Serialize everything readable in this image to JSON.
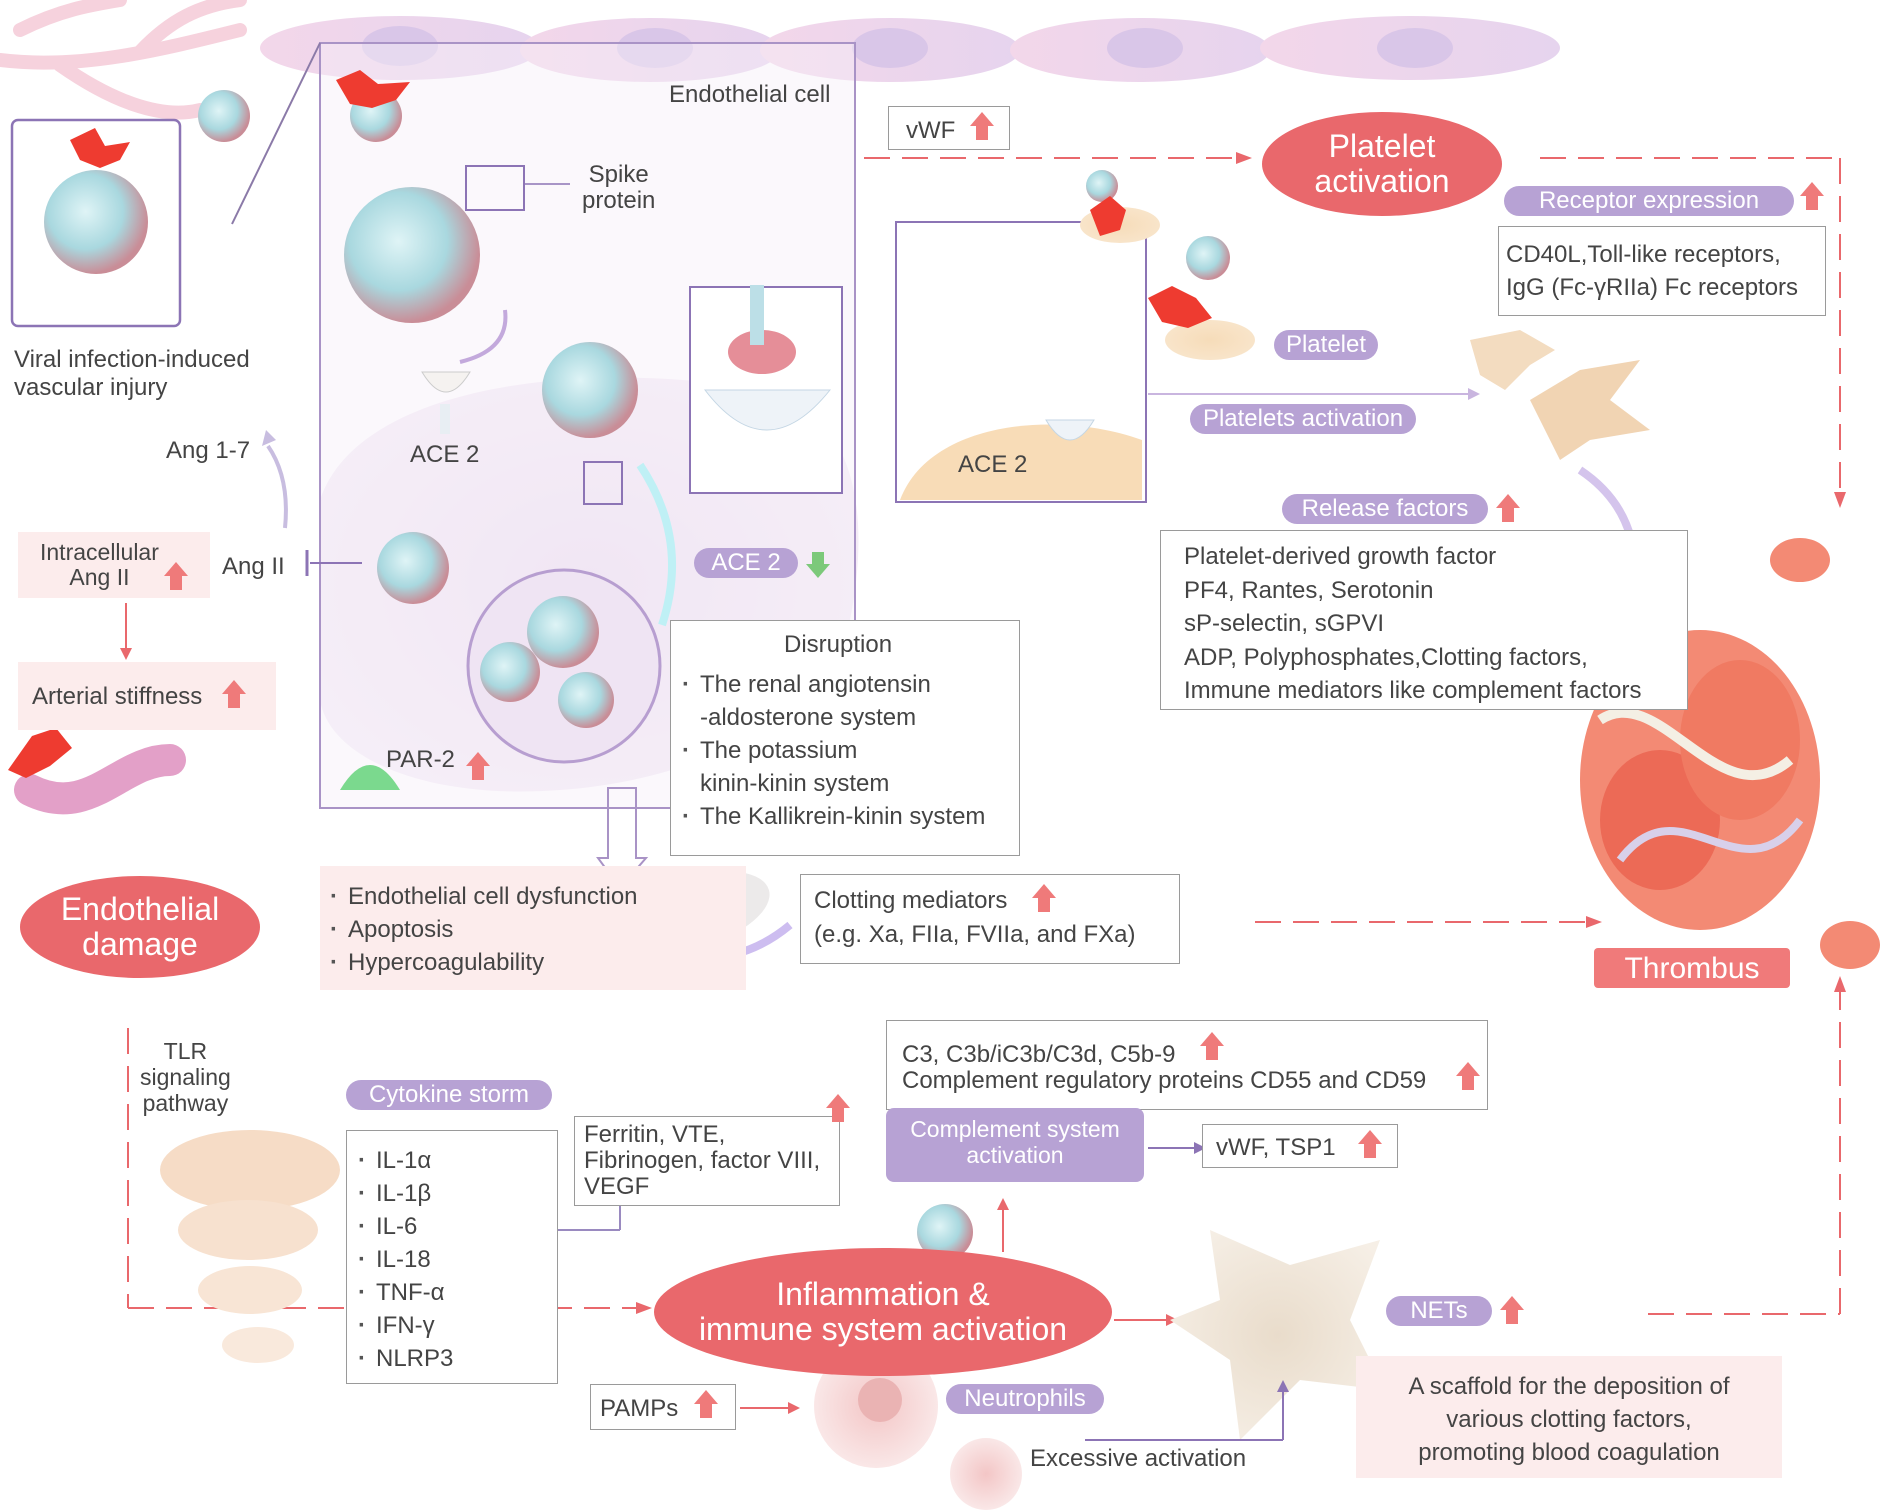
{
  "labels": {
    "endothelial_cell": "Endothelial cell",
    "spike_protein": "Spike\nprotein",
    "viral_injury": "Viral infection-induced\nvascular injury",
    "ang17": "Ang 1-7",
    "ang2": "Ang II",
    "intracellular_ang2": "Intracellular\nAng II",
    "arterial_stiffness": "Arterial stiffness",
    "ace2_left": "ACE 2",
    "ace2_platelet": "ACE 2",
    "ace2_down": "ACE 2",
    "par2": "PAR-2",
    "vwf": "vWF",
    "platelet_activation": "Platelet\nactivation",
    "receptor_expression": "Receptor expression",
    "receptors": [
      "CD40L,Toll-like receptors,",
      "IgG (Fc-γRIIa) Fc receptors"
    ],
    "platelet": "Platelet",
    "platelets_activation": "Platelets activation",
    "release_factors": "Release factors",
    "release_list": [
      "Platelet-derived growth factor",
      "PF4, Rantes, Serotonin",
      "sP-selectin, sGPVI",
      "ADP, Polyphosphates,Clotting factors,",
      "Immune mediators like complement factors"
    ],
    "disruption_title": "Disruption",
    "disruption_items": [
      "The renal angiotensin\n-aldosterone system",
      "The potassium\nkinin-kinin system",
      "The Kallikrein-kinin system"
    ],
    "endothelial_damage": "Endothelial\ndamage",
    "damage_items": [
      "Endothelial cell dysfunction",
      "Apoptosis",
      "Hypercoagulability"
    ],
    "clotting_mediators": [
      "Clotting mediators",
      "(e.g. Xa, FIIa, FVIIa, and FXa)"
    ],
    "thrombus": "Thrombus",
    "tlr": "TLR\nsignaling\npathway",
    "cytokine_storm": "Cytokine storm",
    "cytokines": [
      "IL-1α",
      "IL-1β",
      "IL-6",
      "IL-18",
      "TNF-α",
      "IFN-γ",
      "NLRP3"
    ],
    "ferritin": [
      "Ferritin, VTE,",
      "Fibrinogen, factor VIII,",
      "VEGF"
    ],
    "complement_list": [
      "C3, C3b/iC3b/C3d, C5b-9",
      "Complement regulatory proteins CD55 and CD59"
    ],
    "complement_activation": "Complement system\nactivation",
    "vwf_tsp1": "vWF, TSP1",
    "inflammation": "Inflammation &\nimmune system activation",
    "nets": "NETs",
    "scaffold": "A scaffold for the deposition of\nvarious clotting factors,\npromoting blood coagulation",
    "pamps": "PAMPs",
    "neutrophils": "Neutrophils",
    "excessive_activation": "Excessive activation"
  },
  "colors": {
    "red": "#e9686c",
    "purple": "#b7a2d4",
    "pink_bg": "#fcecec",
    "cell_purple": "#e8dcf0",
    "up_arrow": "#ef7a7a",
    "down_arrow": "#7cc97a"
  }
}
